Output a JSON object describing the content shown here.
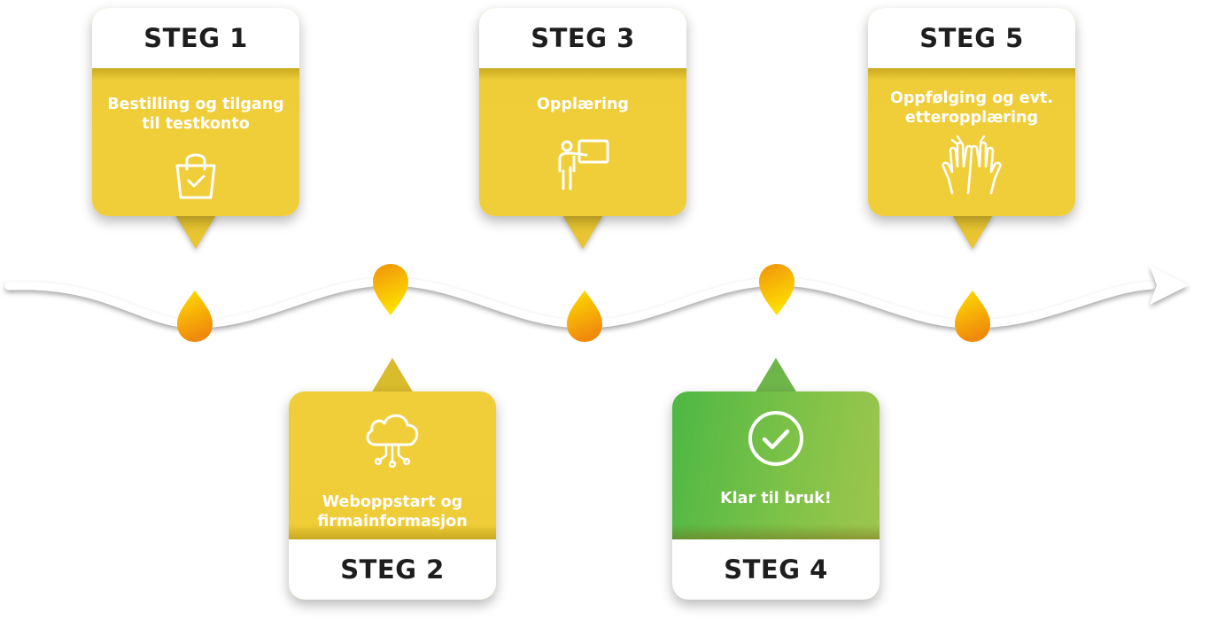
{
  "steps": [
    {
      "title": "STEG 1",
      "caption": "Bestilling og tilgang til testkonto",
      "icon": "shopping-bag-check-icon"
    },
    {
      "title": "STEG 2",
      "caption": "Weboppstart og firmainformasjon",
      "icon": "cloud-network-icon"
    },
    {
      "title": "STEG 3",
      "caption": "Opplæring",
      "icon": "teacher-board-icon"
    },
    {
      "title": "STEG 4",
      "caption": "Klar til bruk!",
      "icon": "check-circle-icon"
    },
    {
      "title": "STEG 5",
      "caption": "Oppfølging og evt. etteropplæring",
      "icon": "high-five-icon"
    }
  ],
  "colors": {
    "yellow": "#f0ce3a",
    "green": "#6cbd45",
    "marker_light": "#ffd700",
    "marker_dark": "#f39a0d"
  }
}
